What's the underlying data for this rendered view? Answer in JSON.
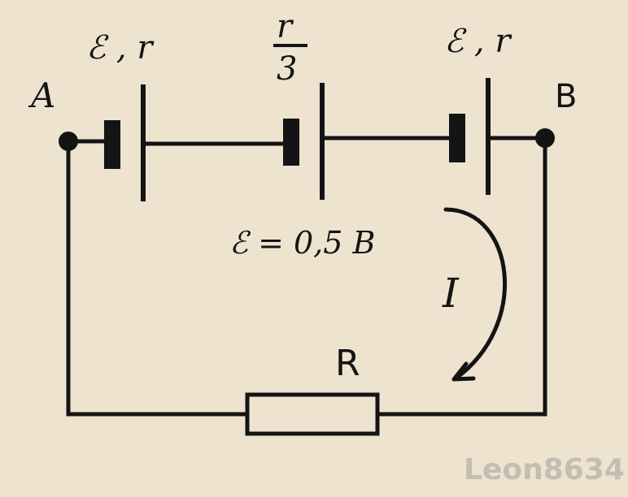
{
  "diagram": {
    "node_a": "A",
    "node_b": "B",
    "battery_1_label": "ℰ , r",
    "battery_2_label_num": "r",
    "battery_2_label_den": "3",
    "battery_2_emf": "ℰ = 0,5 B",
    "battery_3_label": "ℰ , r",
    "current_label": "I",
    "resistor_label": "R"
  },
  "watermark": "Leon8634",
  "colors": {
    "background": "#eee3cf",
    "ink": "#141414",
    "watermark": "#c3bdb2"
  }
}
